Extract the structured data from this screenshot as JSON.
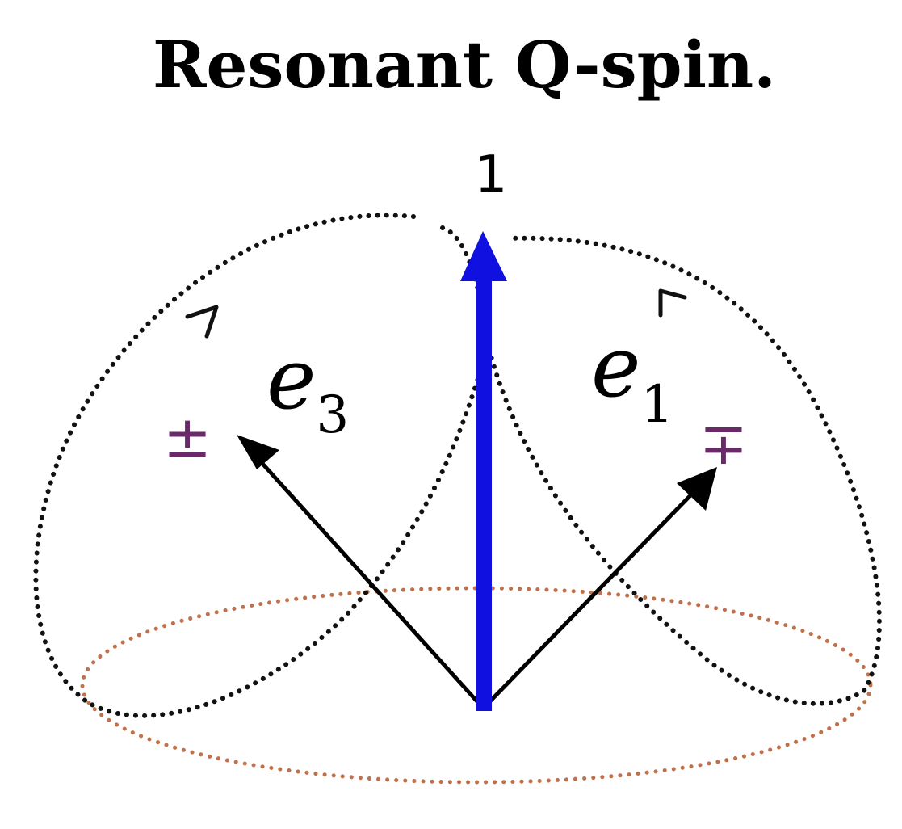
{
  "title": "Resonant Q-spin.",
  "top_label": "1",
  "left_vector": {
    "symbol": "e",
    "subscript": "3",
    "sign": "±"
  },
  "right_vector": {
    "symbol": "e",
    "subscript": "1",
    "sign": "∓"
  },
  "colors": {
    "central_arrow": "#1010e0",
    "vector_arrows": "#000000",
    "dotted_loops": "#111111",
    "base_ellipse": "#c0704a",
    "signs": "#6a2a6a",
    "text": "#000000"
  }
}
